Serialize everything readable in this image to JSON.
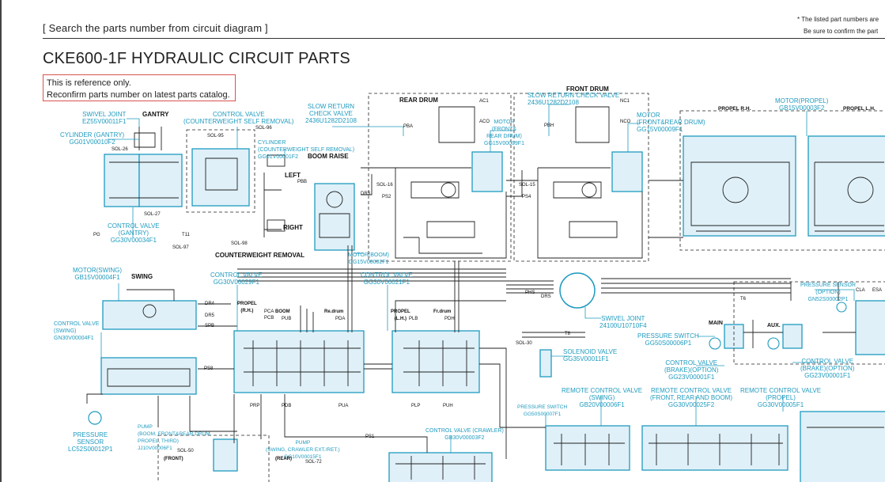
{
  "header": {
    "search_link": "[ Search the parts number from circuit diagram ]",
    "note_line1": "* The listed part numbers are",
    "note_line2": "Be sure to confirm the part"
  },
  "title": "CKE600-1F HYDRAULIC CIRCUIT PARTS",
  "reference": {
    "line1": "This is reference only.",
    "line2": "Reconfirm parts number on latest parts catalog."
  },
  "colors": {
    "accent": "#1f9bbf",
    "component_fill": "#dff0f8",
    "ref_border": "#d9534f",
    "line": "#222222"
  },
  "diagram": {
    "parts": [
      {
        "name": "SWIVEL JOINT",
        "pn": "EZ55V00011F1"
      },
      {
        "name": "CYLINDER (GANTRY)",
        "pn": "GG01V00010F2"
      },
      {
        "name": "CONTROL VALVE\n(COUNTERWEIGHT SELF REMOVAL)",
        "pn": ""
      },
      {
        "name": "CYLINDER\n(COUNTERWEIGHT SELF REMOVAL)",
        "pn": "GG01V00001F2"
      },
      {
        "name": "SLOW RETURN\nCHECK VALVE",
        "pn": "2436U1282D2108"
      },
      {
        "name": "MOTOR\n(FRONT&\nREAR DRUM)",
        "pn": "GG15V00009F1"
      },
      {
        "name": "SLOW RETURN CHECK VALVE",
        "pn": "2436U1282D2108"
      },
      {
        "name": "MOTOR\n(FRONT&REAR DRUM)",
        "pn": "GG15V00009F1"
      },
      {
        "name": "MOTOR(PROPEL)",
        "pn": "GB15V00003F2"
      },
      {
        "name": "CONTROL VALVE\n(GANTRY)",
        "pn": "GG30V00034F1"
      },
      {
        "name": "MOTOR(BOOM)",
        "pn": "GG15V00002F1"
      },
      {
        "name": "MOTOR(SWING)",
        "pn": "GB15V00004F1"
      },
      {
        "name": "CONTROL VALVE",
        "pn": "GG30V00029F1"
      },
      {
        "name": "CONTROL VALVE",
        "pn": "GG30V00021F1"
      },
      {
        "name": "SWIVEL JOINT",
        "pn": "24100U10710F4"
      },
      {
        "name": "PRESSURE SENSOR\n(OPTION)",
        "pn": "GN52S00002P1"
      },
      {
        "name": "CONTROL VALVE\n(SWING)",
        "pn": "GN30V00004F1"
      },
      {
        "name": "PRESSURE SWITCH",
        "pn": "GG50S00006P1"
      },
      {
        "name": "SOLENOID VALVE",
        "pn": "GG35V00011F1"
      },
      {
        "name": "CONTROL VALVE\n(BRAKE)(OPTION)",
        "pn": "GG23V00001F1"
      },
      {
        "name": "CONTROL VALVE\n(BRAKE)(OPTION)",
        "pn": "GG23V00001F1"
      },
      {
        "name": "PRESSURE\nSENSOR",
        "pn": "LC52S00012P1"
      },
      {
        "name": "PUMP\n(BOOM, FRONT&REAR DRUM,\nPROPEL, THIRD)",
        "pn": "JJ10V00006F1"
      },
      {
        "name": "PUMP\n(SWING, CRAWLER EXT./RET.)",
        "pn": "GG10V00015F1"
      },
      {
        "name": "CONTROL VALVE (CRAWLER)",
        "pn": "GB30V00003F2"
      },
      {
        "name": "REMOTE CONTROL VALVE\n(SWING)",
        "pn": "GB20V00006F1"
      },
      {
        "name": "REMOTE CONTROL VALVE\n(FRONT, REAR AND BOOM)",
        "pn": "GG30V00025F2"
      },
      {
        "name": "REMOTE CONTROL VALVE\n(PROPEL)",
        "pn": "GG30V00005F1"
      },
      {
        "name": "PRESSURE SWITCH",
        "pn": "GG50S00007F1"
      }
    ],
    "black_labels": {
      "gantry": "GANTRY",
      "left": "LEFT",
      "right": "RIGHT",
      "boom_raise": "BOOM RAISE",
      "cw_removal": "COUNTERWEIGHT REMOVAL",
      "rear_drum": "REAR DRUM",
      "front_drum": "FRONT DRUM",
      "propel_rh": "PROPEL R.H.",
      "propel_lh": "PROPEL L.H.",
      "swing": "SWING",
      "main": "MAIN",
      "aux": "AUX.",
      "front": "(FRONT)",
      "rear": "(REAR)",
      "propel_rh_2": "PROPEL\n(R.H.)",
      "boom": "BOOM",
      "re_drum": "Re.drum",
      "propel_lh_2": "PROPEL\n(L.H.)",
      "fr_drum": "Fr.drum"
    },
    "ports": [
      "PG",
      "T11",
      "PBB",
      "DR3",
      "PBA",
      "PS2",
      "AC1",
      "ACO",
      "PBH",
      "PS4",
      "NC1",
      "NCO",
      "DR4",
      "DR5",
      "SPB",
      "PS8",
      "PHS",
      "DRS",
      "PCA",
      "PCB",
      "PUB",
      "PDA",
      "PLB",
      "PDH",
      "PRP",
      "PDB",
      "PUA",
      "PLP",
      "PUH",
      "T8",
      "T6",
      "CLA",
      "ESA",
      "PS1"
    ],
    "sol_labels": [
      "SOL-26",
      "SOL-27",
      "SOL-95",
      "SOL-96",
      "SOL-97",
      "SOL-98",
      "SOL-16",
      "SOL-15",
      "SOL-30",
      "SOL-50",
      "SOL-72"
    ]
  }
}
